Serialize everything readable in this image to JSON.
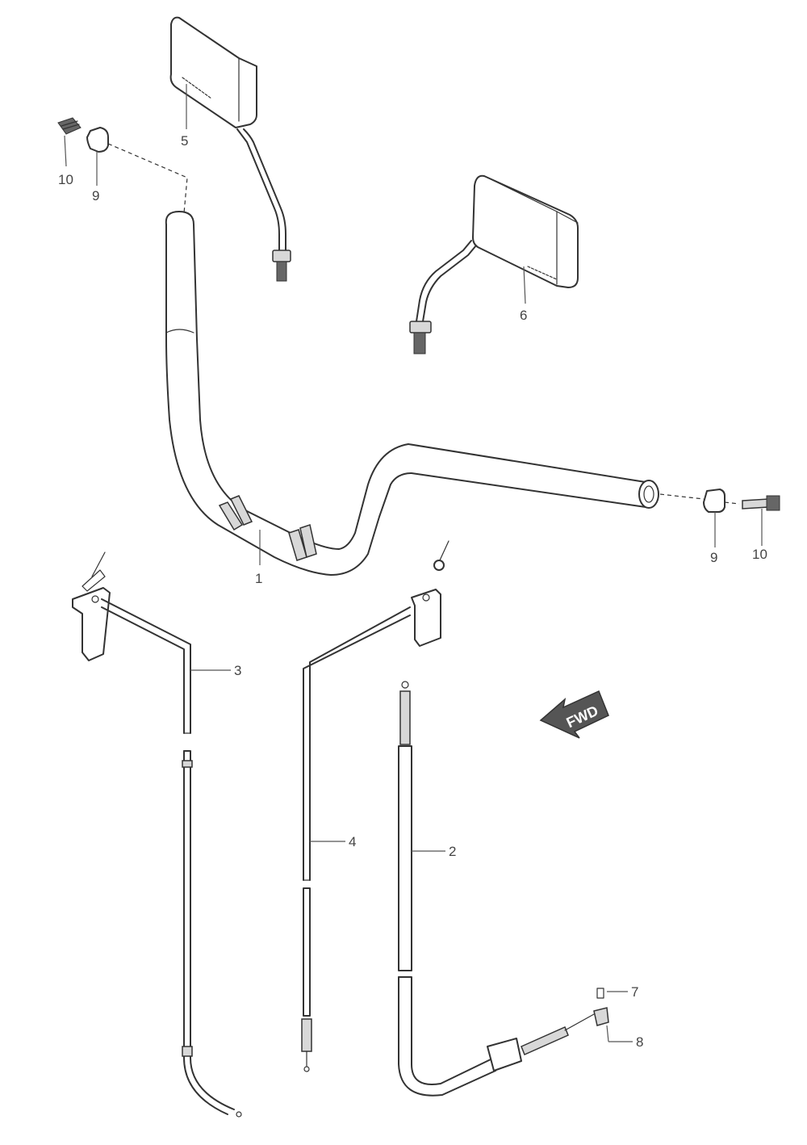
{
  "callouts": {
    "handlebar": "1",
    "cable_2": "2",
    "cable_3": "3",
    "cable_4": "4",
    "mirror_left": "5",
    "mirror_right": "6",
    "part_7": "7",
    "part_8": "8",
    "weight_left": "9",
    "bolt_left": "10",
    "weight_right": "9",
    "bolt_right": "10"
  },
  "direction_arrow": "FWD",
  "colors": {
    "line": "#333333",
    "label": "#444444",
    "arrow": "#555555"
  }
}
